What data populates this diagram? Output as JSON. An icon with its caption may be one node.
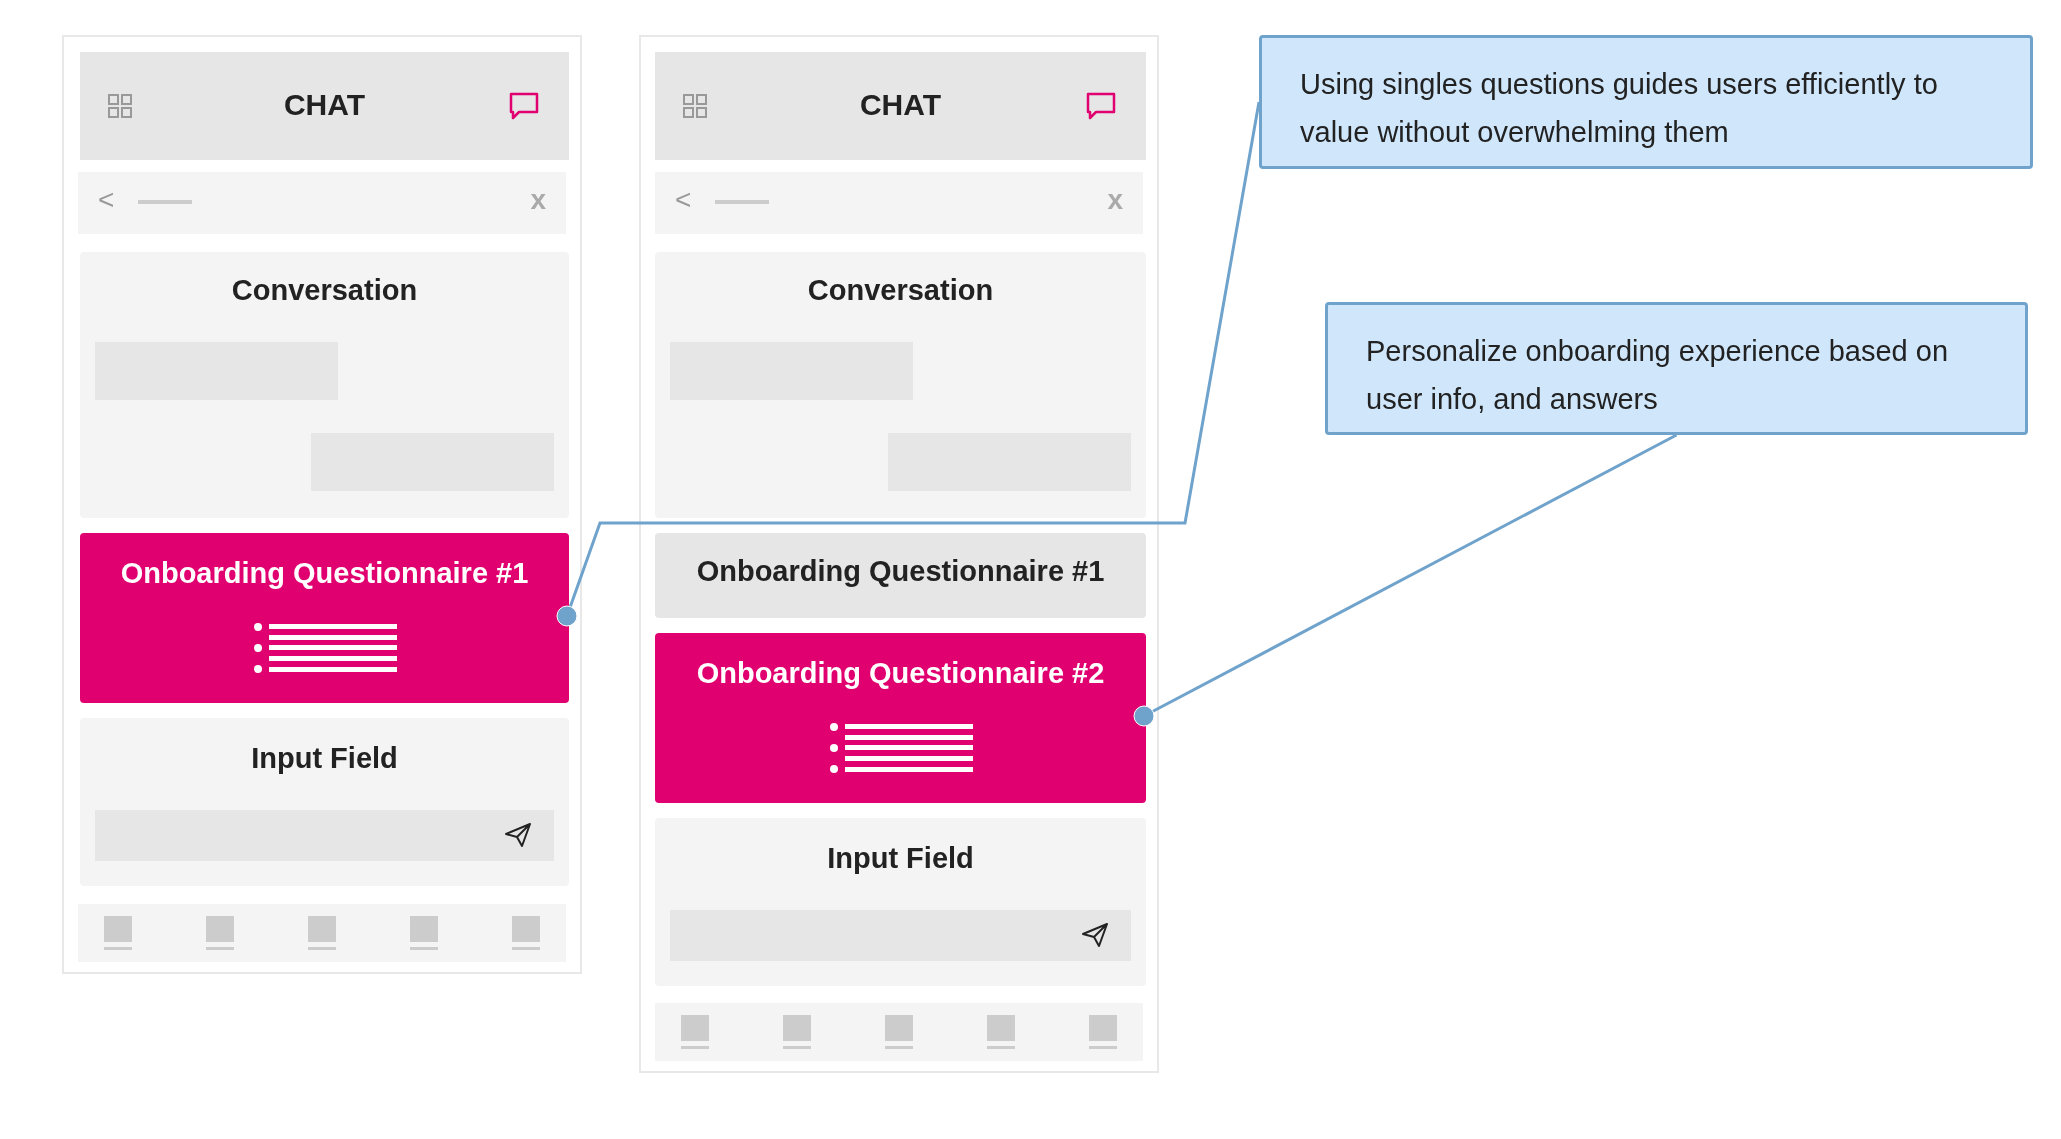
{
  "diagram": {
    "nodes": [
      {
        "text": [],
        "shape": "box"
      },
      {
        "text": [
          "CHAT"
        ],
        "in": 0
      },
      {
        "text": [
          "Conversation"
        ],
        "in": 0
      },
      {
        "text": [
          "Onboarding Questionnaire #1"
        ],
        "in": 0
      },
      {
        "text": [
          "Input Field"
        ],
        "in": 0
      },
      {
        "text": [],
        "shape": "box"
      },
      {
        "text": [
          "CHAT"
        ],
        "in": 5
      },
      {
        "text": [
          "Conversation"
        ],
        "in": 5
      },
      {
        "text": [
          "Onboarding Questionnaire #1"
        ],
        "in": 5
      },
      {
        "text": [
          "Onboarding Questionnaire #2"
        ],
        "in": 5
      },
      {
        "text": [
          "Input Field"
        ],
        "in": 5
      },
      {
        "text": [
          "Using singles questions guides users efficiently to value without overwhelming them"
        ]
      },
      {
        "text": [
          "Personalize onboarding experience based on user info, and answers"
        ]
      }
    ],
    "edges": [
      {
        "from": 11,
        "to": 3,
        "arrow": "other"
      },
      {
        "from": 12,
        "to": 9,
        "arrow": "other"
      }
    ],
    "labels": [
      "<",
      "x",
      "<",
      "x"
    ]
  }
}
